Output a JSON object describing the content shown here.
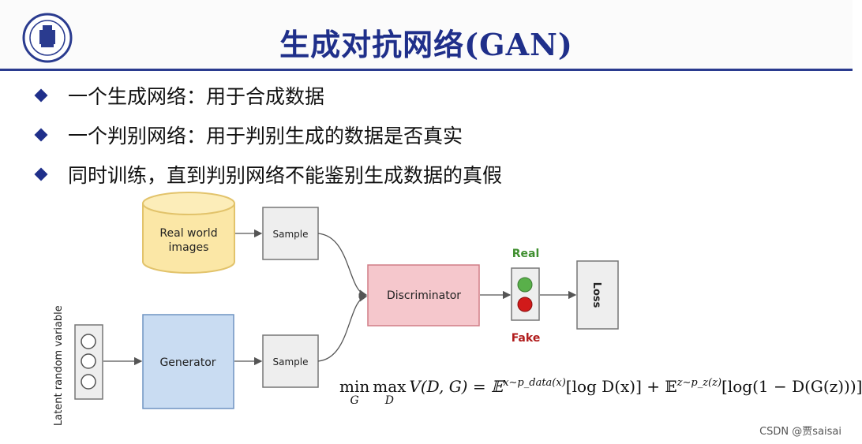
{
  "title": "生成对抗网络(GAN)",
  "bullets": [
    "一个生成网络：用于合成数据",
    "一个判别网络：用于判别生成的数据是否真实",
    "同时训练，直到判别网络不能鉴别生成数据的真假"
  ],
  "diagram": {
    "real_images_label_line1": "Real world",
    "real_images_label_line2": "images",
    "sample_top": "Sample",
    "sample_bottom": "Sample",
    "generator": "Generator",
    "discriminator": "Discriminator",
    "latent_label": "Latent random variable",
    "real_label": "Real",
    "fake_label": "Fake",
    "loss": "Loss"
  },
  "formula": {
    "min": "min",
    "min_sub": "G",
    "max": "max",
    "max_sub": "D",
    "body": "V(D, G) = 𝔼",
    "exp1_sub": "x∼p_data(x)",
    "term1": "[log D(x)] + 𝔼",
    "exp2_sub": "z∼p_z(z)",
    "term2": "[log(1 − D(G(z)))]"
  },
  "watermark": "CSDN @贾saisai",
  "colors": {
    "title": "#1f2f8a",
    "real_images_fill": "#fbe7a6",
    "generator_fill": "#c9dcf2",
    "discriminator_fill": "#f5c7cc",
    "real_light": "#59b04a",
    "fake_light": "#d11a1a",
    "real_text": "#3f8f2f",
    "fake_text": "#b01b1b"
  }
}
